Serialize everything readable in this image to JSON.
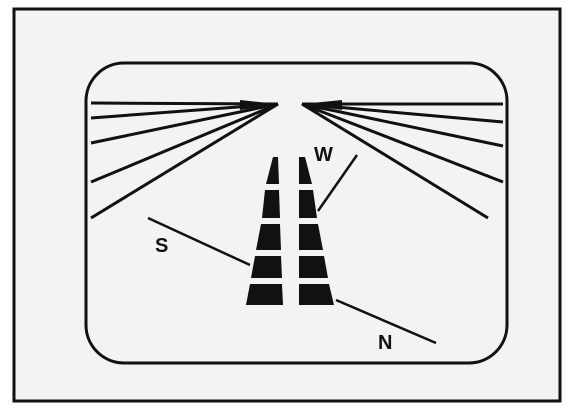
{
  "labels": {
    "south": "S",
    "west": "W",
    "north": "N"
  },
  "colors": {
    "background": "#ffffff",
    "panel": "#f3f3f3",
    "ink": "#111111"
  }
}
